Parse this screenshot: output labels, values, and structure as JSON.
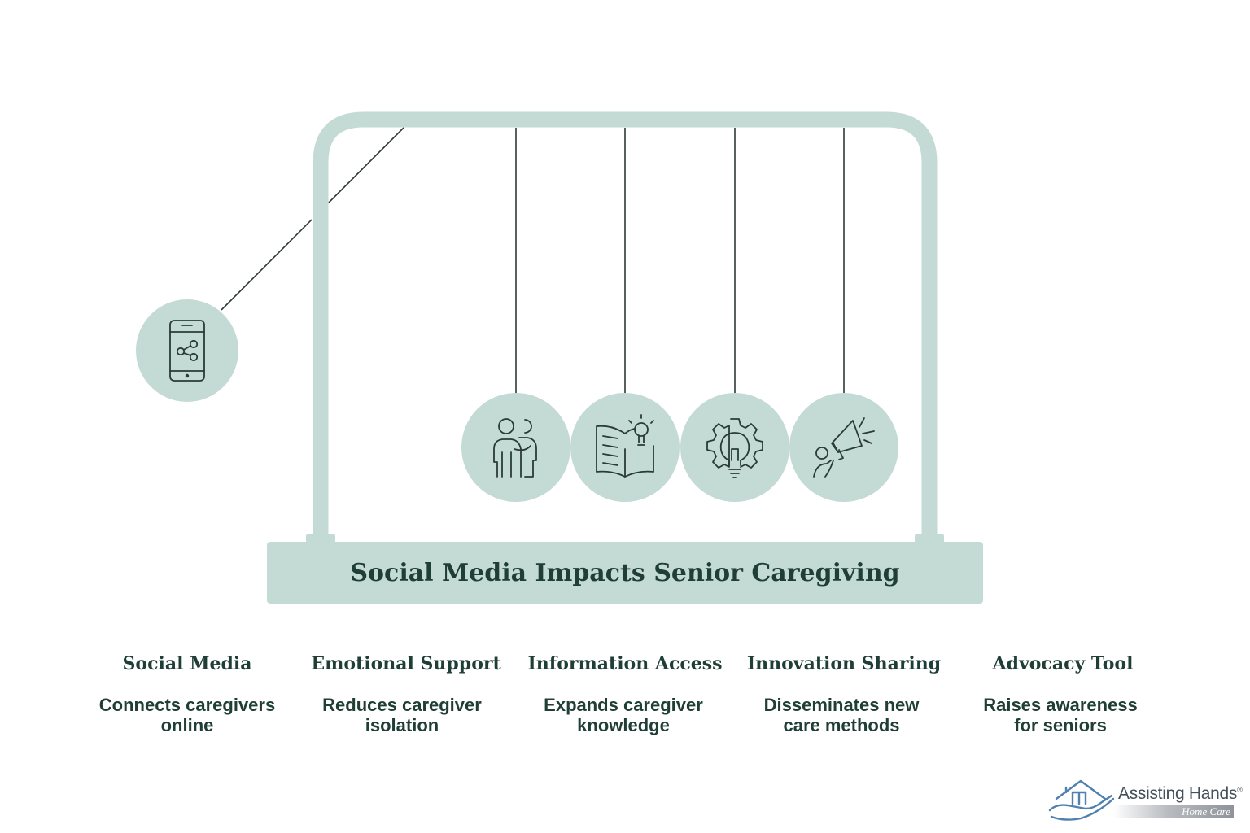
{
  "title": "Social Media Impacts Senior Caregiving",
  "colors": {
    "frame": "#c3dad5",
    "ball": "#c3dad5",
    "icon_stroke": "#2b3a36",
    "text": "#1f3e36"
  },
  "items": [
    {
      "title": "Social Media",
      "description": "Connects caregivers online",
      "icon": "smartphone-share-icon"
    },
    {
      "title": "Emotional Support",
      "description": "Reduces caregiver isolation",
      "icon": "two-people-icon"
    },
    {
      "title": "Information Access",
      "description": "Expands caregiver knowledge",
      "icon": "book-lightbulb-icon"
    },
    {
      "title": "Innovation Sharing",
      "description": "Disseminates new care methods",
      "icon": "gear-lightbulb-icon"
    },
    {
      "title": "Advocacy Tool",
      "description": "Raises awareness for seniors",
      "icon": "megaphone-person-icon"
    }
  ],
  "logo": {
    "name": "Assisting Hands",
    "trademark": "®",
    "subtitle": "Home Care"
  }
}
